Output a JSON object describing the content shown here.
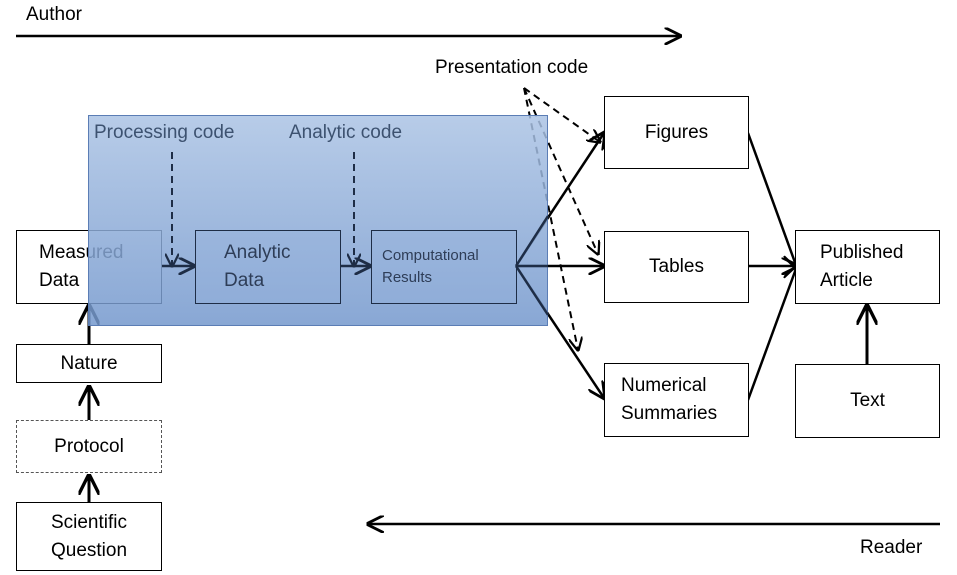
{
  "labels": {
    "author": "Author",
    "reader": "Reader",
    "presentation_code": "Presentation code",
    "processing_code": "Processing code",
    "analytic_code": "Analytic code"
  },
  "boxes": {
    "measured_data_line1": "Measured",
    "measured_data_line2": "Data",
    "nature": "Nature",
    "protocol": "Protocol",
    "scientific_question_line1": "Scientific",
    "scientific_question_line2": "Question",
    "analytic_data_line1": "Analytic",
    "analytic_data_line2": "Data",
    "computational_results_line1": "Computational",
    "computational_results_line2": "Results",
    "figures": "Figures",
    "tables": "Tables",
    "numerical_summaries_line1": "Numerical",
    "numerical_summaries_line2": "Summaries",
    "published_article_line1": "Published",
    "published_article_line2": "Article",
    "text": "Text"
  }
}
